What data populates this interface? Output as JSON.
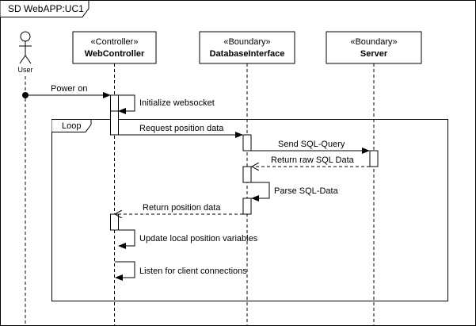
{
  "frame": {
    "title": "SD WebAPP:UC1"
  },
  "actor": {
    "name": "User"
  },
  "participants": [
    {
      "stereotype": "«Controller»",
      "name": "WebController"
    },
    {
      "stereotype": "«Boundary»",
      "name": "DatabaseInterface"
    },
    {
      "stereotype": "«Boundary»",
      "name": "Server"
    }
  ],
  "loop": {
    "label": "Loop"
  },
  "messages": {
    "power_on": "Power on",
    "init_websocket": "Initialize websocket",
    "request_position": "Request position data",
    "send_sql": "Send SQL-Query",
    "return_raw_sql": "Return raw SQL Data",
    "parse_sql": "Parse SQL-Data",
    "return_position": "Return position data",
    "update_local": "Update local position variables",
    "listen_clients": "Listen for client connections"
  }
}
